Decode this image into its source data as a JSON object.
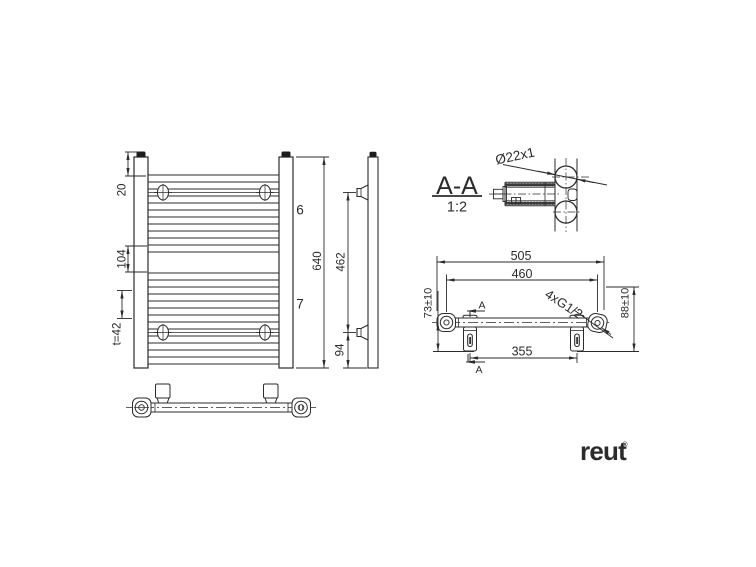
{
  "colors": {
    "line": "#2b2b2b",
    "cap_fill": "#1d1d1d",
    "logo": "#1f2734",
    "background": "#ffffff"
  },
  "front_view": {
    "dim_top": "20",
    "dim_gap": "104",
    "dim_pitch": "t=42",
    "dim_height": "640",
    "upper_tube_count": "6",
    "lower_tube_count": "7"
  },
  "side_view": {
    "dim_bracket_span": "462",
    "dim_bottom_offset": "94"
  },
  "section_detail": {
    "label": "A-A",
    "scale": "1:2",
    "tube_spec": "Ø22x1"
  },
  "top_view": {
    "dim_overall": "505",
    "dim_connections": "460",
    "dim_brackets": "355",
    "dim_wall_left": "73±10",
    "dim_wall_right": "88±10",
    "thread_spec": "4xG1/2",
    "section_marker": "A"
  },
  "logo": {
    "text": "reut",
    "mark": "®"
  }
}
